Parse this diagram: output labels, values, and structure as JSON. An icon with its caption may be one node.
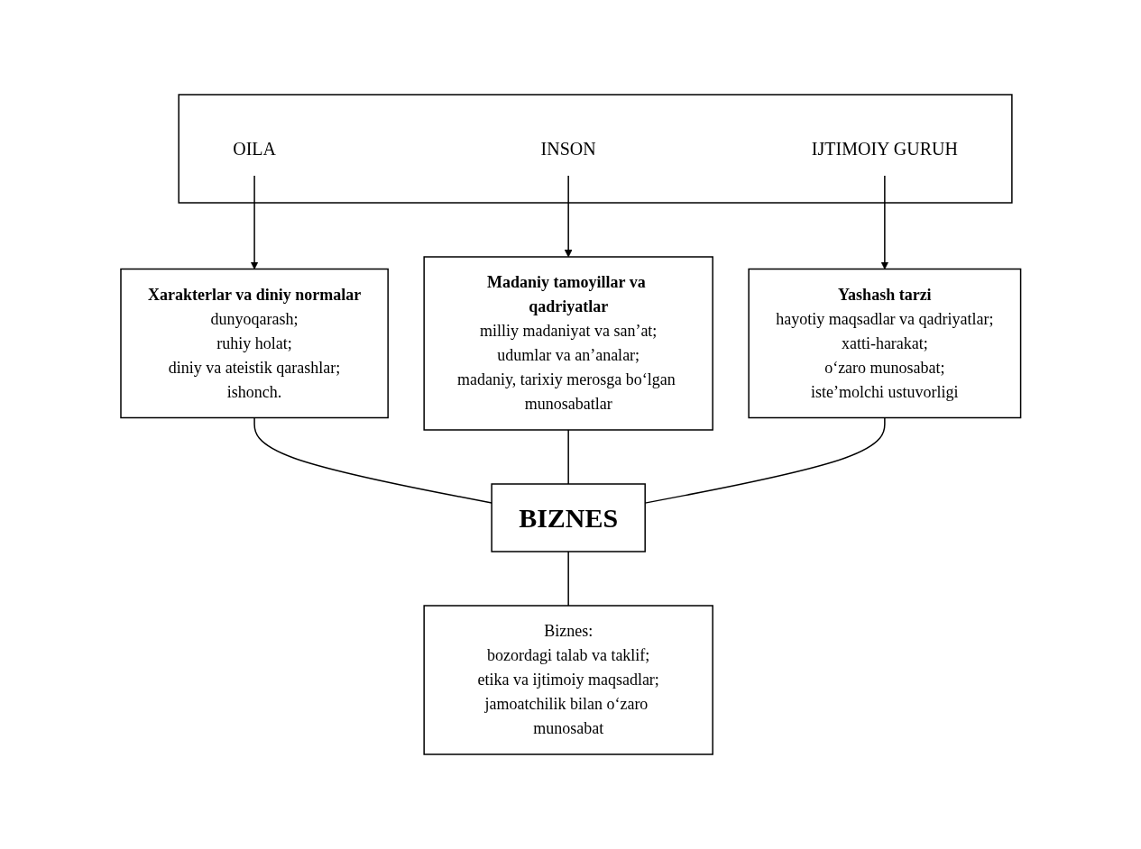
{
  "diagram": {
    "nodes": [
      {
        "text": [],
        "shape": "box"
      },
      {
        "text": [
          "OILA"
        ],
        "in": 0
      },
      {
        "text": [
          "INSON"
        ],
        "in": 0
      },
      {
        "text": [
          "IJTIMOIY GURUH"
        ],
        "in": 0
      },
      {
        "text": [
          "Xarakterlar va diniy normalar",
          "dunyoqarash;",
          "ruhiy holat;",
          "diniy va ateistik qarashlar;",
          "ishonch."
        ]
      },
      {
        "text": [
          "Madaniy tamoyillar va qadriyatlar",
          "milliy madaniyat va san’at;",
          "udumlar va an’analar;",
          "madaniy, tarixiy merosga bo‘lgan munosabatlar"
        ]
      },
      {
        "text": [
          "Yashash tarzi",
          "hayotiy maqsadlar va qadriyatlar;",
          "xatti-harakat;",
          "o‘zaro munosabat;",
          "iste’molchi ustuvorligi"
        ]
      },
      {
        "text": [
          "BIZNES"
        ]
      },
      {
        "text": [
          "Biznes:",
          "bozordagi talab va taklif;",
          "etika va ijtimoiy maqsadlar;",
          "jamoatchilik bilan o‘zaro munosabat"
        ]
      }
    ],
    "edges": [
      {
        "from": 1,
        "to": 4,
        "arrow": "to"
      },
      {
        "from": 2,
        "to": 5,
        "arrow": "to"
      },
      {
        "from": 3,
        "to": 6,
        "arrow": "to"
      },
      {
        "from": 4,
        "to": 7,
        "arrow": "none"
      },
      {
        "from": 5,
        "to": 7,
        "arrow": "none"
      },
      {
        "from": 6,
        "to": 7,
        "arrow": "none"
      },
      {
        "from": 7,
        "to": 8,
        "arrow": "none"
      }
    ]
  }
}
